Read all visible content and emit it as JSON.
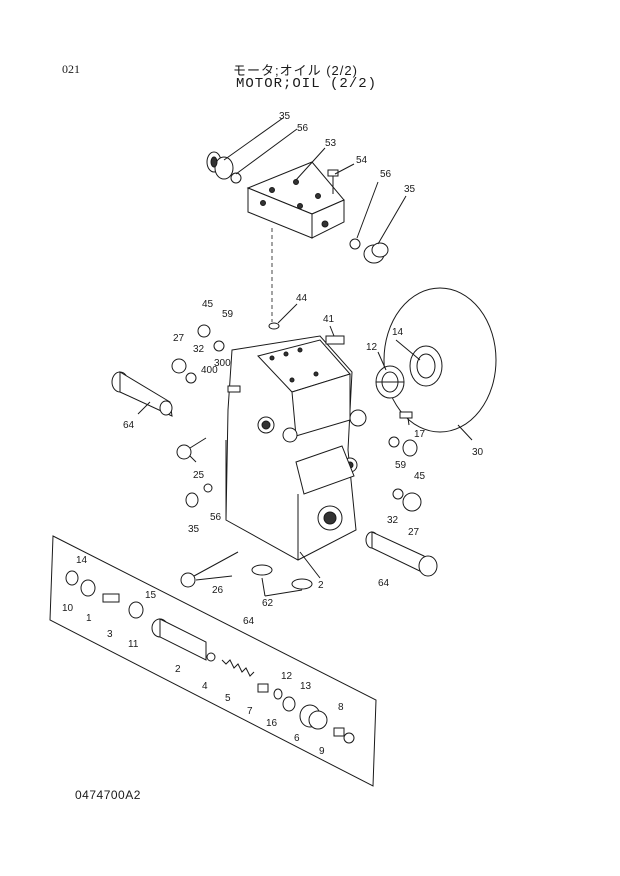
{
  "header": {
    "page_number": "021",
    "title_jp": "モータ;オイル (2/2)",
    "title_en": "MOTOR;OIL (2/2)"
  },
  "footer": {
    "drawing_number": "0474700A2"
  },
  "callouts": {
    "c35a": "35",
    "c56a": "56",
    "c53": "53",
    "c54": "54",
    "c56b": "56",
    "c35b": "35",
    "c44": "44",
    "c45a": "45",
    "c59a": "59",
    "c27a": "27",
    "c32a": "32",
    "c300": "300",
    "c400": "400",
    "c41": "41",
    "c14a": "14",
    "c12a": "12",
    "c64a": "64",
    "c25": "25",
    "c17": "17",
    "c59b": "59",
    "c45b": "45",
    "c30": "30",
    "c35c": "35",
    "c56c": "56",
    "c32b": "32",
    "c27b": "27",
    "c26": "26",
    "c2a": "2",
    "c64b": "64",
    "c62": "62",
    "c14b": "14",
    "c15": "15",
    "c10": "10",
    "c1": "1",
    "c3": "3",
    "c11": "11",
    "c64c": "64",
    "c2b": "2",
    "c4": "4",
    "c5": "5",
    "c7": "7",
    "c12b": "12",
    "c13": "13",
    "c16": "16",
    "c6": "6",
    "c8": "8",
    "c9": "9"
  }
}
